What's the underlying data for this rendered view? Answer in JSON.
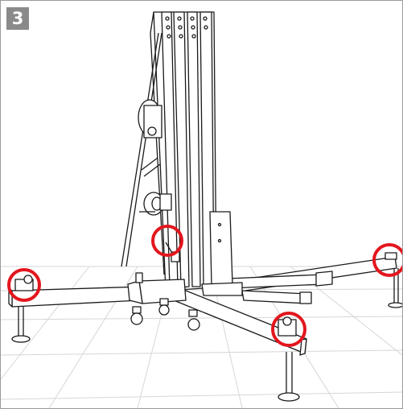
{
  "step": {
    "number": "3",
    "badge_color": "#8a8a8a"
  },
  "illustration": {
    "subject": "lift-stand-with-outriggers",
    "line_color": "#1a1a1a",
    "highlight_color": "#e3161d",
    "highlight_count": 4
  }
}
